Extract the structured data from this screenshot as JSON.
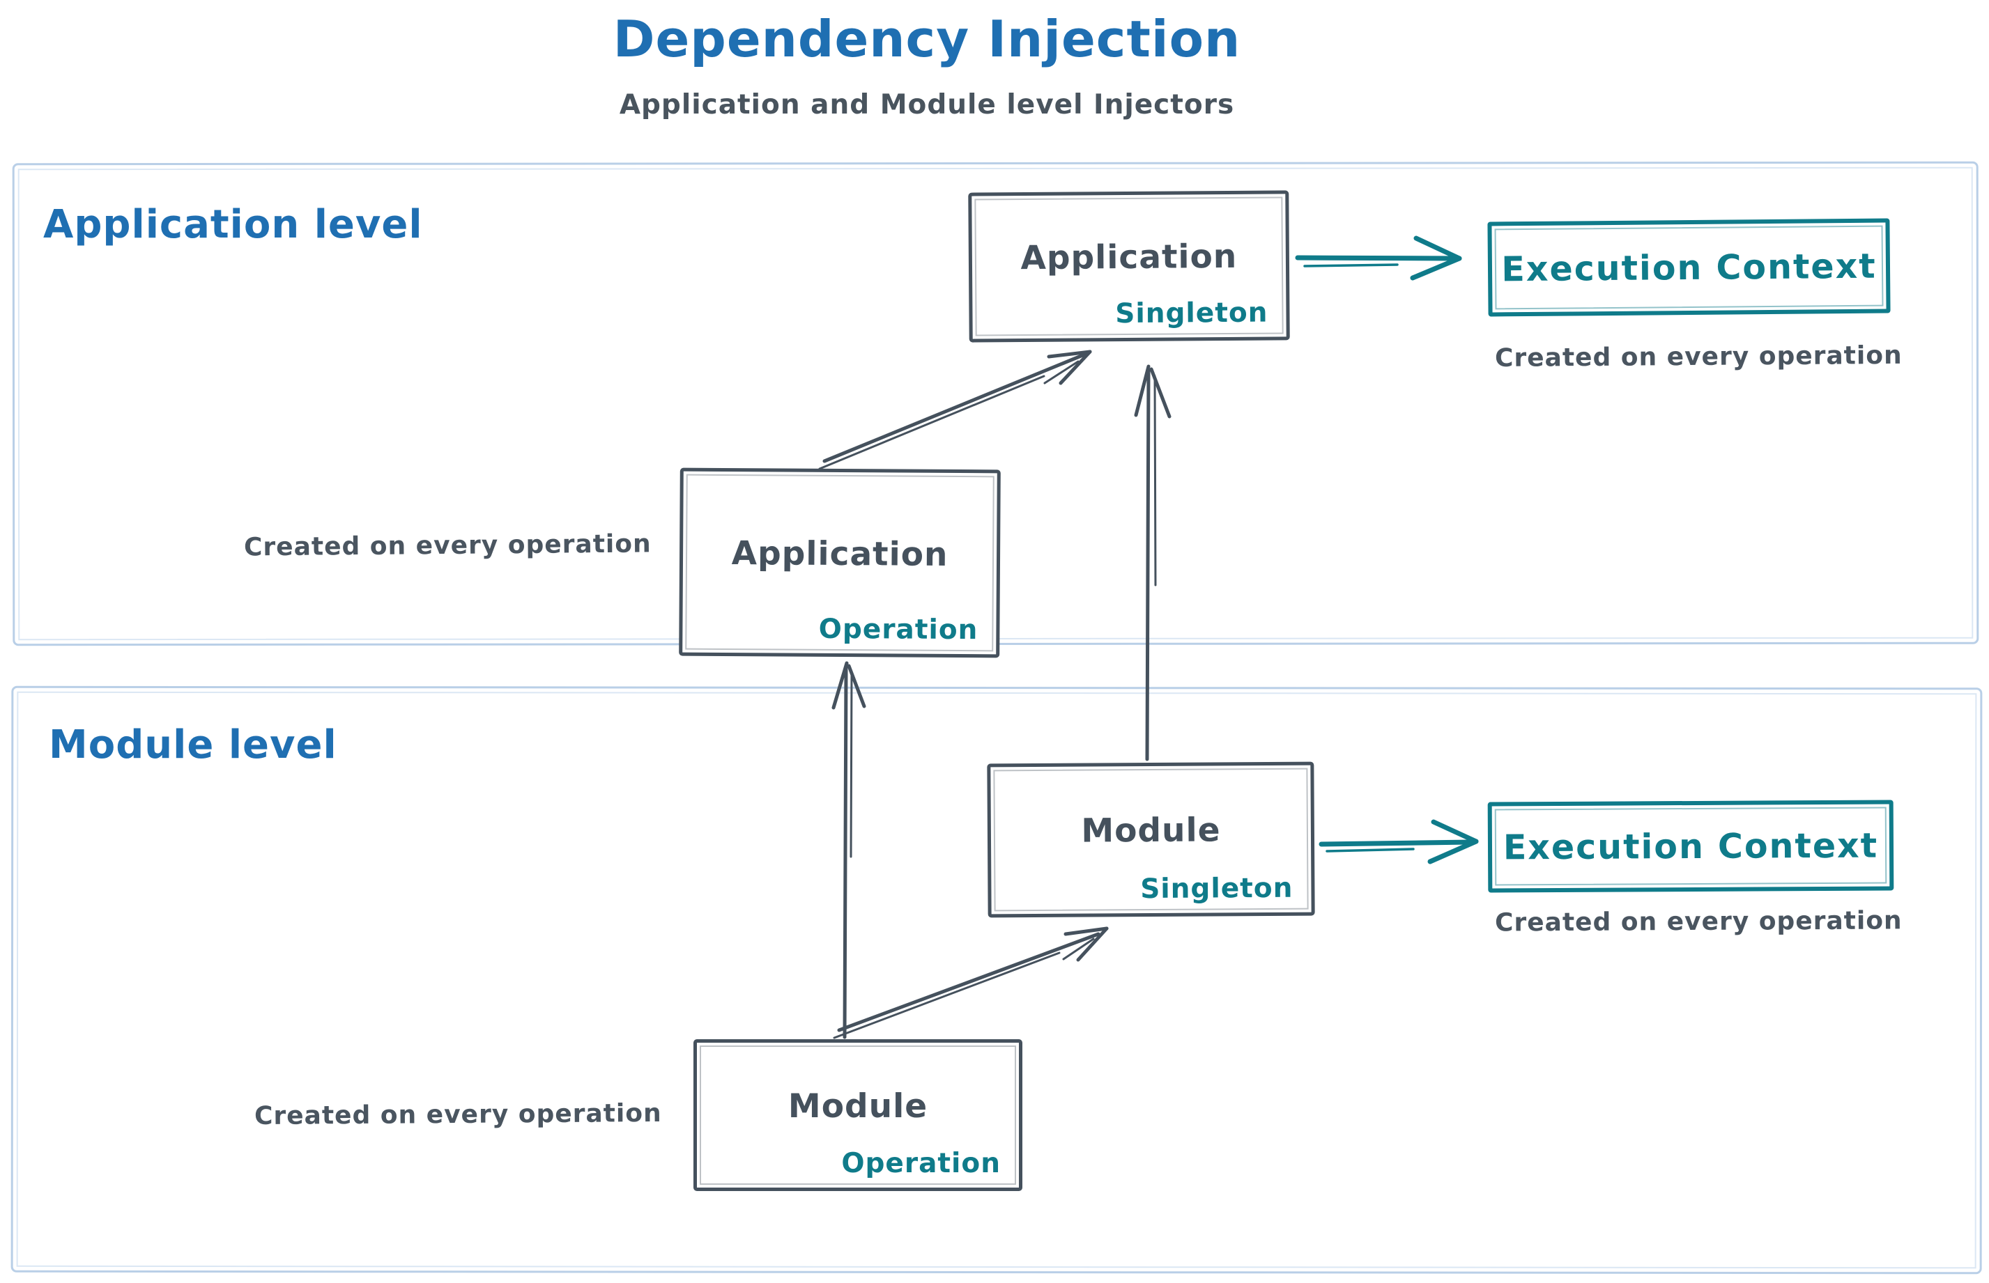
{
  "header": {
    "title": "Dependency Injection",
    "subtitle": "Application and Module level Injectors"
  },
  "colors": {
    "title_blue": "#1f6fb2",
    "stroke_dark": "#45515d",
    "accent_teal": "#0f7b8a",
    "container_border": "#b9cfe7",
    "background": "#ffffff"
  },
  "application_level": {
    "label": "Application level",
    "singleton_box": {
      "title": "Application",
      "tag": "Singleton"
    },
    "operation_box": {
      "title": "Application",
      "tag": "Operation"
    },
    "operation_caption": "Created on every operation",
    "execution_context": {
      "label": "Execution Context",
      "caption": "Created on every operation"
    }
  },
  "module_level": {
    "label": "Module level",
    "singleton_box": {
      "title": "Module",
      "tag": "Singleton"
    },
    "operation_box": {
      "title": "Module",
      "tag": "Operation"
    },
    "operation_caption": "Created on every operation",
    "execution_context": {
      "label": "Execution Context",
      "caption": "Created on every operation"
    }
  }
}
